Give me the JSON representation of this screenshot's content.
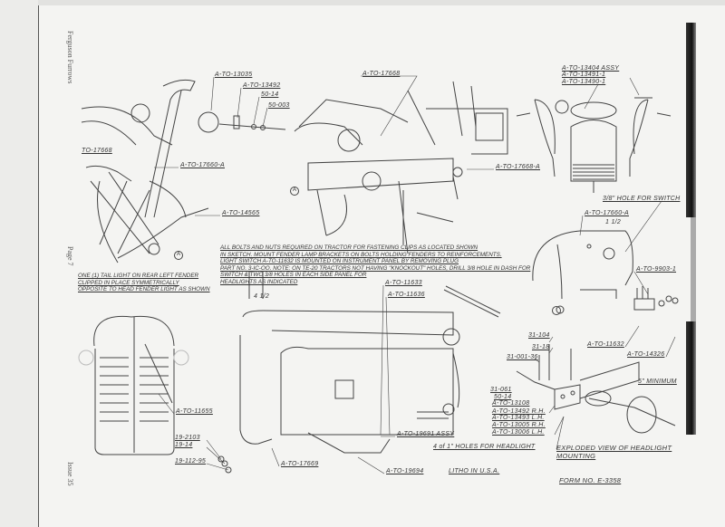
{
  "margin": {
    "publication": "Ferguson Furrows",
    "page": "Page 7",
    "issue": "Issue 35"
  },
  "labels": {
    "a_to_13035": "A-TO-13035",
    "a_to_13492_top": "A-TO-13492",
    "p50_14_top": "50-14",
    "p50_003": "50-003",
    "to_17668_left": "TO-17668",
    "a_to_17660_a_left": "A-TO-17660-A",
    "a_to_14565": "A-TO-14565",
    "a_to_17668_mid": "A-TO-17668",
    "a_to_17668_a": "A-TO-17668-A",
    "a_to_13404_assy": "A-TO-13404 ASSY",
    "a_to_13491_1": "A-TO-13491-1",
    "a_to_13490_1": "A-TO-13490-1",
    "hole_for_switch": "3/8\" HOLE FOR SWITCH",
    "a_to_17660_a_right": "A-TO-17660-A",
    "a_to_9903_1": "A-TO-9903-1",
    "a_to_11633": "A-TO-11633",
    "a_to_11636": "A-TO-11636",
    "a_to_11655": "A-TO-11655",
    "p19_2103": "19-2103",
    "p19_14": "19-14",
    "p19_112_95": "19-112-95",
    "a_to_17669": "A-TO-17669",
    "a_to_19691_assy": "A-TO-19691 ASSY",
    "holes_for_headlight": "4 of 1\" HOLES FOR HEADLIGHT",
    "a_to_19694": "A-TO-19694",
    "litho": "LITHO IN U.S.A.",
    "p31_104": "31-104",
    "p31_18": "31-18",
    "p31_001_36": "31-001-36",
    "p31_061": "31-061",
    "p50_14_bottom": "50-14",
    "a_to_13108": "A-TO-13108",
    "a_to_13492_rh": "A-TO-13492 R.H.",
    "a_to_13493_lh": "A-TO-13493 L.H.",
    "a_to_13005_rh": "A-TO-13005 R.H.",
    "a_to_13006_lh": "A-TO-13006 L.H.",
    "a_to_11632": "A-TO-11632",
    "a_to_14326": "A-TO-14326",
    "minimum": "5\" MINIMUM",
    "dim_4_half": "4 1/2",
    "dim_1_half": "1 1/2",
    "exploded_view": "EXPLODED VIEW OF HEADLIGHT",
    "exploded_view_2": "MOUNTING",
    "form_no": "FORM NO. E-3358",
    "marker_a": "A"
  },
  "notes": {
    "main": [
      "ALL BOLTS AND NUTS REQUIRED ON TRACTOR FOR FASTENING CLIPS AS LOCATED SHOWN",
      "IN SKETCH. MOUNT FENDER LAMP BRACKETS ON BOLTS HOLDING FENDERS TO REINFORCEMENTS.",
      "LIGHT SWITCH A-TO-11632 IS MOUNTED ON INSTRUMENT PANEL BY REMOVING PLUG",
      "PART NO. 3-IC-OO. NOTE: ON TE-20 TRACTORS NOT HAVING \"KNOCKOUT\" HOLES, DRILL 3/8 HOLE IN DASH FOR",
      "SWITCH & TWO 3/8 HOLES IN EACH SIDE PANEL FOR",
      "HEADLIGHTS AS INDICATED"
    ],
    "tail_light": [
      "ONE (1) TAIL LIGHT ON REAR LEFT FENDER",
      "CLIPPED IN PLACE SYMMETRICALLY",
      "OPPOSITE TO HEAD FENDER LIGHT AS SHOWN"
    ]
  }
}
